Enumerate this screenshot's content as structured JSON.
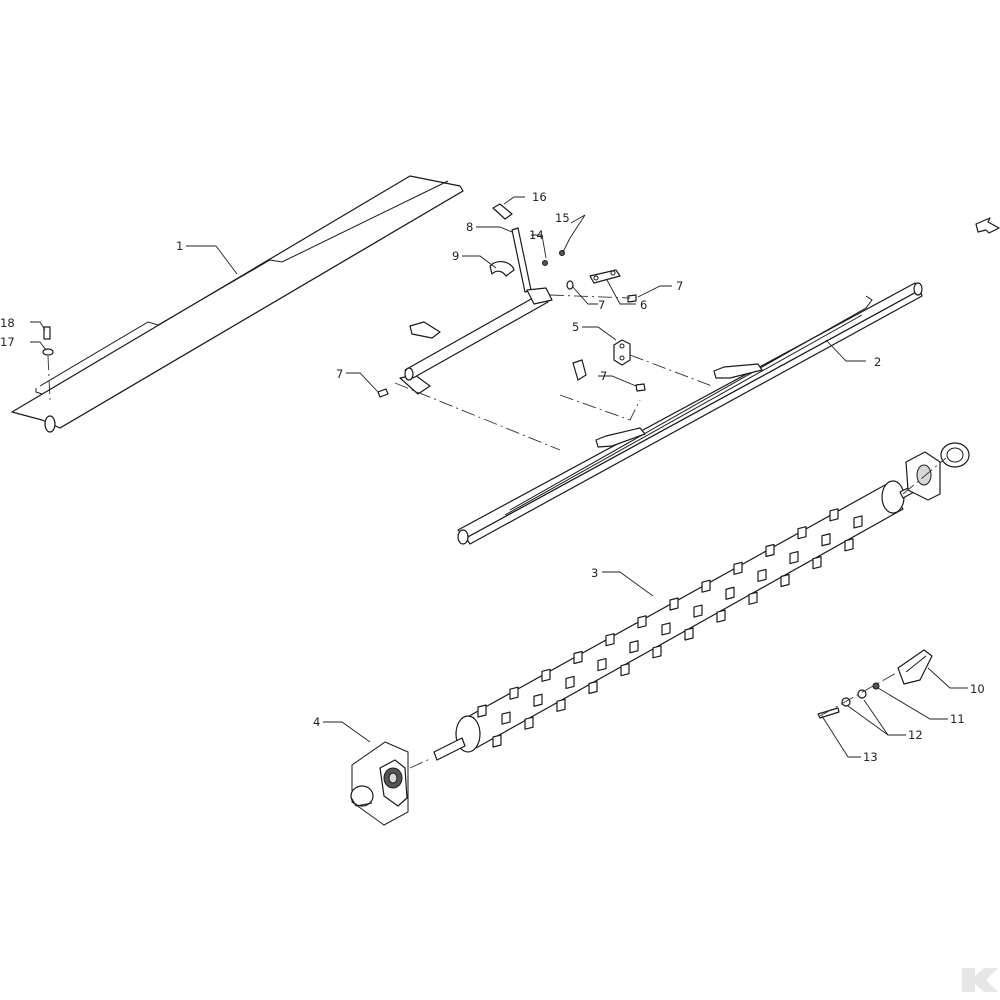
{
  "callouts": {
    "c1": "1",
    "c2": "2",
    "c3": "3",
    "c4": "4",
    "c5": "5",
    "c6": "6",
    "c7a": "7",
    "c7b": "7",
    "c7c": "7",
    "c7d": "7",
    "c8": "8",
    "c9": "9",
    "c10": "10",
    "c11": "11",
    "c12": "12",
    "c13": "13",
    "c14": "14",
    "c15": "15",
    "c16": "16",
    "c17": "17",
    "c18": "18"
  },
  "icons": {
    "direction": "direction-arrow-icon",
    "watermark": "brand-logo"
  }
}
